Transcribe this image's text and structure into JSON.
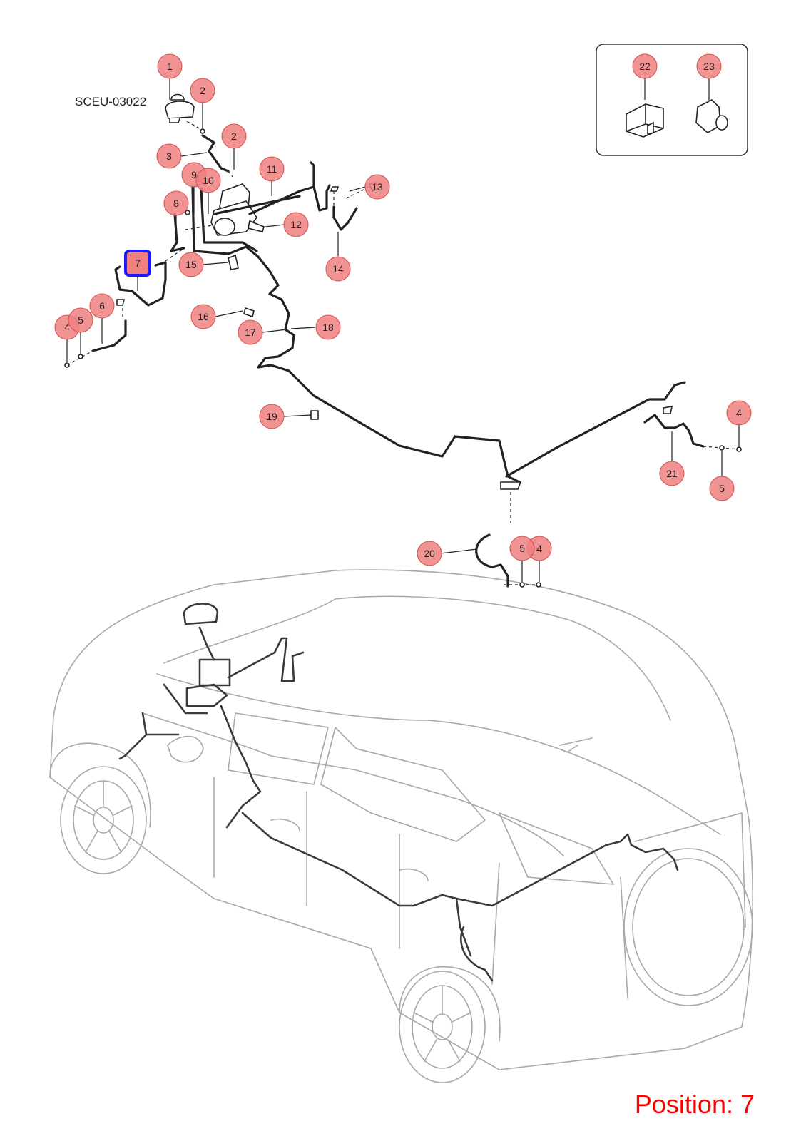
{
  "drawing_code": "SCEU-03022",
  "position_label": "Position: 7",
  "selected_callout": "7",
  "colors": {
    "callout_fill": "#f08080",
    "selected_outline": "#1a1aff",
    "position_text": "#ff0000"
  },
  "callouts": [
    {
      "id": "c1",
      "label": "1"
    },
    {
      "id": "c2a",
      "label": "2"
    },
    {
      "id": "c2b",
      "label": "2"
    },
    {
      "id": "c3",
      "label": "3"
    },
    {
      "id": "c4a",
      "label": "4"
    },
    {
      "id": "c4b",
      "label": "4"
    },
    {
      "id": "c4c",
      "label": "4"
    },
    {
      "id": "c5a",
      "label": "5"
    },
    {
      "id": "c5b",
      "label": "5"
    },
    {
      "id": "c5c",
      "label": "5"
    },
    {
      "id": "c6",
      "label": "6"
    },
    {
      "id": "c7",
      "label": "7"
    },
    {
      "id": "c8",
      "label": "8"
    },
    {
      "id": "c9",
      "label": "9"
    },
    {
      "id": "c10",
      "label": "10"
    },
    {
      "id": "c11",
      "label": "11"
    },
    {
      "id": "c12",
      "label": "12"
    },
    {
      "id": "c13",
      "label": "13"
    },
    {
      "id": "c14",
      "label": "14"
    },
    {
      "id": "c15",
      "label": "15"
    },
    {
      "id": "c16",
      "label": "16"
    },
    {
      "id": "c17",
      "label": "17"
    },
    {
      "id": "c18",
      "label": "18"
    },
    {
      "id": "c19",
      "label": "19"
    },
    {
      "id": "c20",
      "label": "20"
    },
    {
      "id": "c21",
      "label": "21"
    },
    {
      "id": "c22",
      "label": "22"
    },
    {
      "id": "c23",
      "label": "23"
    }
  ]
}
